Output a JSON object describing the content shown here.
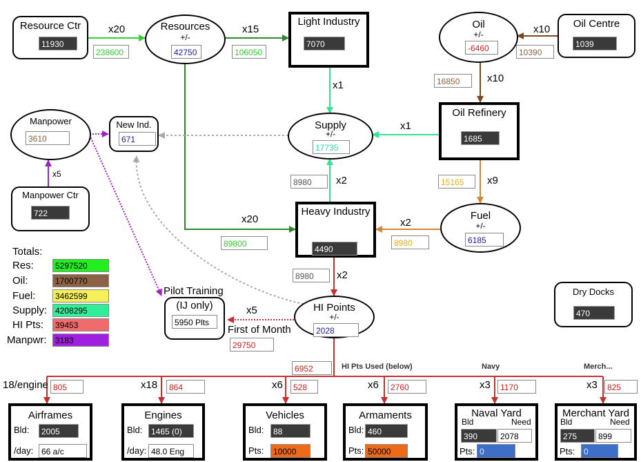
{
  "colors": {
    "resources": "#2fd12f",
    "resource_link": "#2a8a2a",
    "supply": "#33e38f",
    "oil": "#7a4a1e",
    "fuel": "#d48530",
    "hi_points": "#c42f2f",
    "manpower": "#a020c8",
    "grey": "#aaaaaa",
    "orange_fill": "#ee6a18",
    "blue_fill": "#3e6fc8"
  },
  "nodes": {
    "resource_ctr": {
      "title": "Resource Ctr",
      "value": "11930"
    },
    "resources": {
      "title": "Resources",
      "sub": "+/-",
      "value": "42750"
    },
    "light_industry": {
      "title": "Light Industry",
      "value": "7070"
    },
    "oil": {
      "title": "Oil",
      "sub": "+/-",
      "value": "-6460"
    },
    "oil_centre": {
      "title": "Oil Centre",
      "value": "1039"
    },
    "manpower": {
      "title": "Manpower",
      "value": "3610"
    },
    "new_ind": {
      "title": "New Ind.",
      "value": "671"
    },
    "supply": {
      "title": "Supply",
      "sub": "+/-",
      "value": "17735"
    },
    "oil_refinery": {
      "title": "Oil Refinery",
      "value": "1685"
    },
    "manpower_ctr": {
      "title": "Manpower Ctr",
      "value": "722"
    },
    "heavy_industry": {
      "title": "Heavy Industry",
      "value": "4490"
    },
    "fuel": {
      "title": "Fuel",
      "sub": "+/-",
      "value": "6185"
    },
    "pilot_training": {
      "title": "Pilot Training",
      "subtitle": "(IJ only)",
      "value": "5950 Plts"
    },
    "hi_points": {
      "title": "HI Points",
      "sub": "+/-",
      "value": "2028"
    },
    "dry_docks": {
      "title": "Dry Docks",
      "value": "470"
    }
  },
  "links": {
    "rc_res_mult": "x20",
    "rc_res_val": "238600",
    "res_li_mult": "x15",
    "res_li_val": "106050",
    "oilc_oil_mult": "x10",
    "oilc_oil_val": "10390",
    "oil_ref_mult": "x10",
    "oil_ref_val": "16850",
    "li_sup_mult": "x1",
    "ref_sup_mult": "x1",
    "hi_sup_mult": "x2",
    "hi_sup_val": "8980",
    "ref_fuel_mult": "x9",
    "ref_fuel_val": "15165",
    "res_hi_mult": "x20",
    "res_hi_val": "89800",
    "fuel_hi_mult": "x2",
    "fuel_hi_val": "8980",
    "hi_hip_mult": "x2",
    "hi_hip_val": "8980",
    "mpc_mp_mult": "x5",
    "hip_pilot_mult": "x5",
    "first_of_month": "First of Month",
    "first_of_month_val": "29750",
    "hip_used_val": "6952",
    "hip_used_label": "HI Pts Used (below)",
    "navy_label": "Navy",
    "merch_label": "Merch..."
  },
  "totals": {
    "heading": "Totals:",
    "rows": [
      {
        "label": "Res:",
        "value": "5297520",
        "color": "#22ee22"
      },
      {
        "label": "Oil:",
        "value": "1700770",
        "color": "#8c6246"
      },
      {
        "label": "Fuel:",
        "value": "3462599",
        "color": "#f5f05a"
      },
      {
        "label": "Supply:",
        "value": "4208295",
        "color": "#33ee99"
      },
      {
        "label": "HI Pts:",
        "value": "39453",
        "color": "#f06b6b"
      },
      {
        "label": "Manpwr:",
        "value": "3183",
        "color": "#a020e0"
      }
    ]
  },
  "factories": [
    {
      "mult": "18/engine",
      "cost": "805",
      "title": "Airframes",
      "row1_label": "Bld:",
      "row1_value": "2005",
      "row2_label": "/day:",
      "row2_value": "66 a/c"
    },
    {
      "mult": "x18",
      "cost": "864",
      "title": "Engines",
      "row1_label": "Bld:",
      "row1_value": "1465 (0)",
      "row2_label": "/day:",
      "row2_value": "48.0 Eng"
    },
    {
      "mult": "x6",
      "cost": "528",
      "title": "Vehicles",
      "row1_label": "Bld:",
      "row1_value": "88",
      "row2_label": "Pts:",
      "row2_value": "10000"
    },
    {
      "mult": "x6",
      "cost": "2760",
      "title": "Armaments",
      "row1_label": "Bld:",
      "row1_value": "460",
      "row2_label": "Pts:",
      "row2_value": "50000"
    },
    {
      "mult": "x3",
      "cost": "1170",
      "title": "Naval Yard",
      "bld_label": "Bld",
      "need_label": "Need",
      "bld_value": "390",
      "need_value": "2078",
      "pts_label": "Pts:",
      "pts_value": "0"
    },
    {
      "mult": "x3",
      "cost": "825",
      "title": "Merchant Yard",
      "bld_label": "Bld",
      "need_label": "Need",
      "bld_value": "275",
      "need_value": "899",
      "pts_label": "Pts:",
      "pts_value": "0"
    }
  ]
}
